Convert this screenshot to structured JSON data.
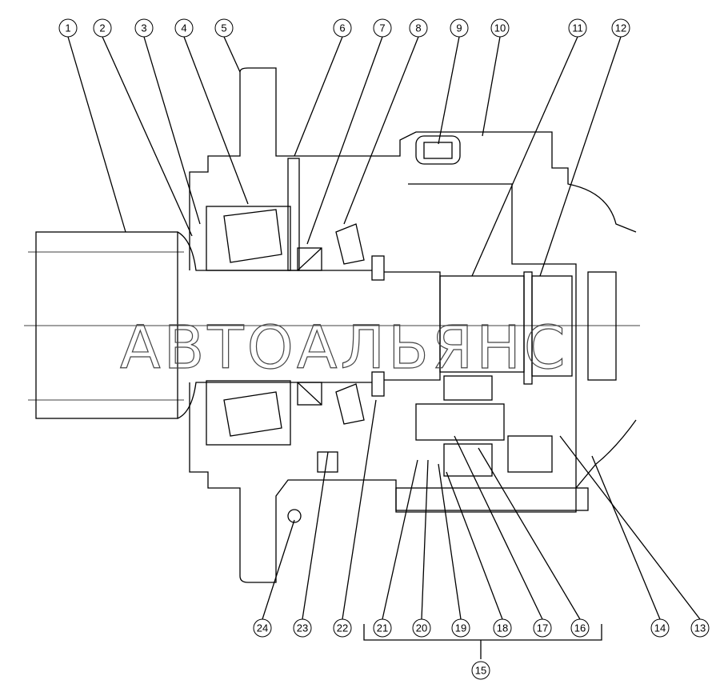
{
  "diagram": {
    "title": "Hub reduction assembly cross-section",
    "watermark": "АВТОАЛЬЯНС",
    "callouts": [
      "1",
      "2",
      "3",
      "4",
      "5",
      "6",
      "7",
      "8",
      "9",
      "10",
      "11",
      "12",
      "13",
      "14",
      "15",
      "16",
      "17",
      "18",
      "19",
      "20",
      "21",
      "22",
      "23",
      "24"
    ]
  }
}
